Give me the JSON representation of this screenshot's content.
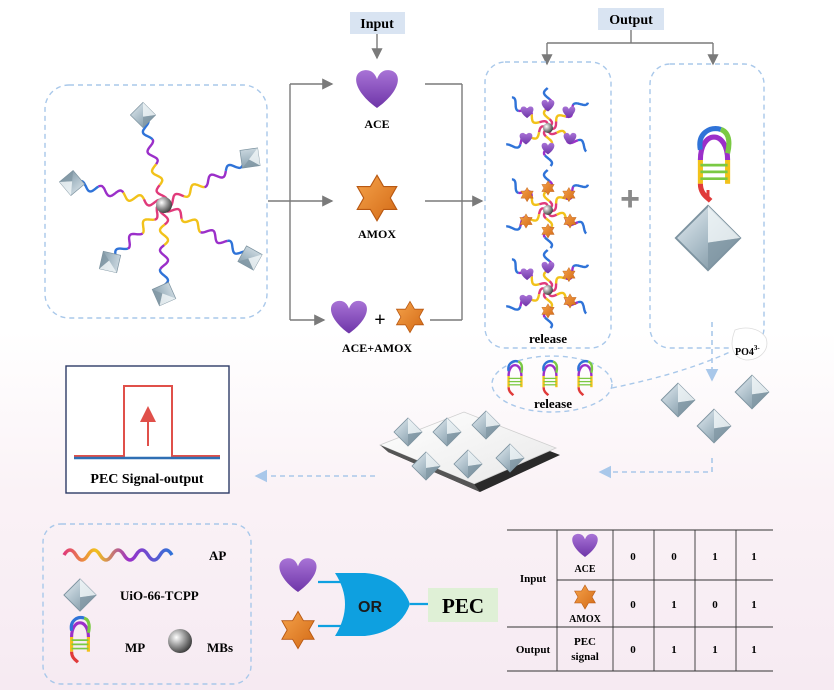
{
  "labels": {
    "input": "Input",
    "output": "Output",
    "ace": "ACE",
    "amox": "AMOX",
    "ace_amox": "ACE+AMOX",
    "release1": "release",
    "release2": "release",
    "po4": "PO4",
    "po4_charge": "3-",
    "pec_signal_output": "PEC Signal-output"
  },
  "legend": {
    "ap": "AP",
    "uio": "UiO-66-TCPP",
    "mp": "MP",
    "mbs": "MBs"
  },
  "logic_gate": {
    "gate": "OR",
    "output": "PEC"
  },
  "truth_table": {
    "input_label": "Input",
    "output_label": "Output",
    "rows": [
      {
        "name": "ACE",
        "values": [
          "0",
          "0",
          "1",
          "1"
        ]
      },
      {
        "name": "AMOX",
        "values": [
          "0",
          "1",
          "0",
          "1"
        ]
      }
    ],
    "output_name_1": "PEC",
    "output_name_2": "signal",
    "output_values": [
      "0",
      "1",
      "1",
      "1"
    ]
  },
  "colors": {
    "heart": "#8a4fc0",
    "star": "#e8832a",
    "input_box": "#d9e4f2",
    "pec_box": "#dff0d6",
    "gate": "#0ea0e0",
    "dashed": "#a9c8ea",
    "signal_red": "#e0504a",
    "signal_blue": "#2f6fb4"
  }
}
